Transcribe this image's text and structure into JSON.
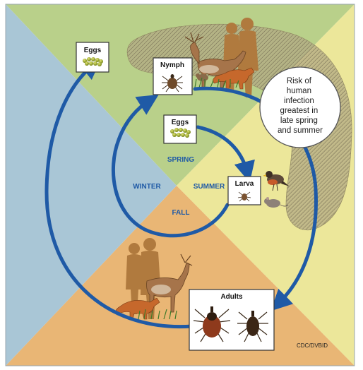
{
  "seasons": {
    "spring": "SPRING",
    "summer": "SUMMER",
    "fall": "FALL",
    "winter": "WINTER"
  },
  "stages": {
    "eggs_outer": "Eggs",
    "eggs_inner": "Eggs",
    "nymph": "Nymph",
    "larva": "Larva",
    "adults": "Adults"
  },
  "risk_note": [
    "Risk of",
    "human",
    "infection",
    "greatest in",
    "late spring",
    "and summer"
  ],
  "credit": "CDC/DVBID",
  "colors": {
    "spring": "#b9d08a",
    "summer": "#ece79a",
    "fall": "#e9b675",
    "winter": "#a9c6d6",
    "arrow": "#1f5aa6",
    "season_text": "#1f5aa6",
    "risk_band": "#a59a78"
  },
  "icons": [
    "egg-cluster-icon",
    "nymph-tick-icon",
    "larva-tick-icon",
    "adult-female-tick-icon",
    "adult-male-tick-icon",
    "deer-icon",
    "human-silhouettes-icon",
    "fox-icon",
    "bird-icon",
    "mouse-icon"
  ]
}
